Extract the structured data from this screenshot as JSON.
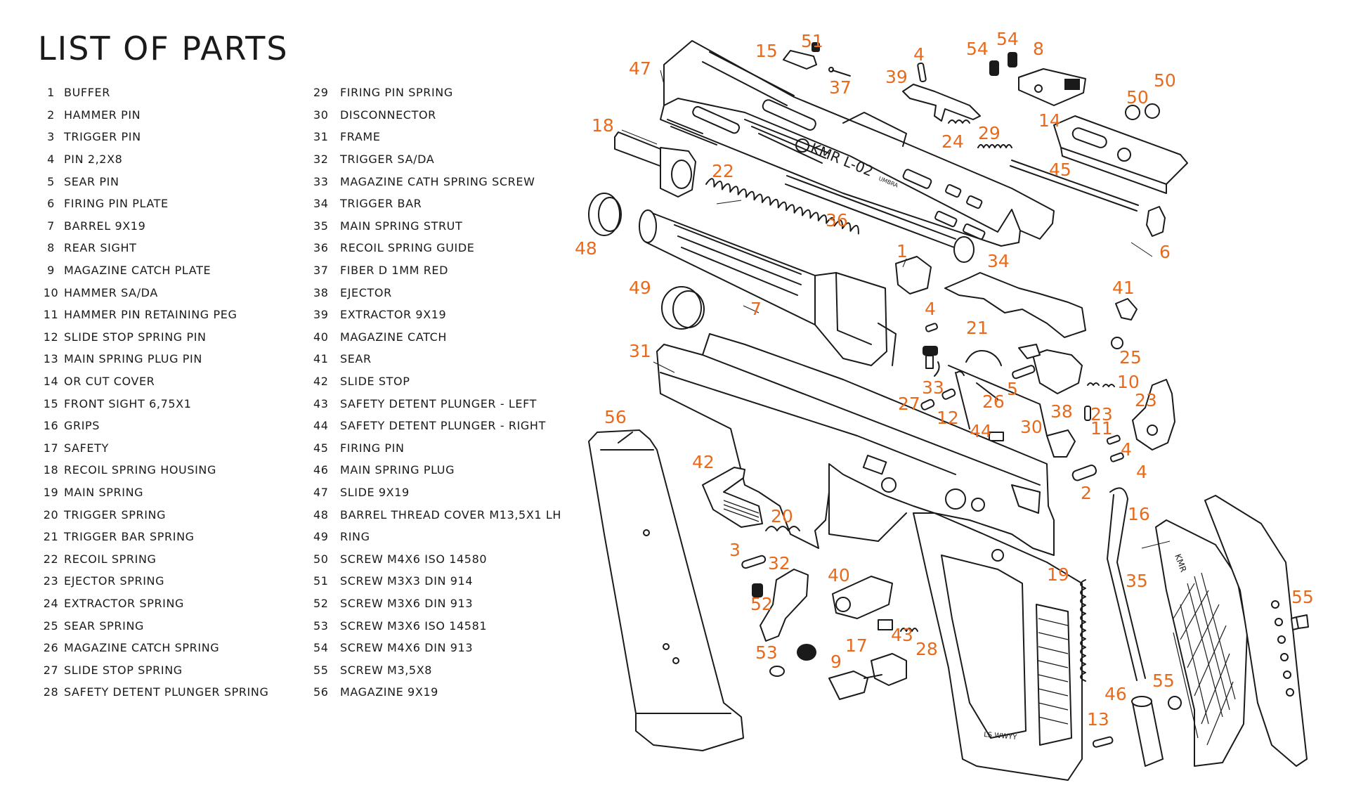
{
  "title": "LIST OF PARTS",
  "parts_col1": [
    {
      "num": "1",
      "name": "BUFFER"
    },
    {
      "num": "2",
      "name": "HAMMER PIN"
    },
    {
      "num": "3",
      "name": "TRIGGER PIN"
    },
    {
      "num": "4",
      "name": "PIN 2,2x8"
    },
    {
      "num": "5",
      "name": "SEAR PIN"
    },
    {
      "num": "6",
      "name": "FIRING PIN PLATE"
    },
    {
      "num": "7",
      "name": "BARREL 9x19"
    },
    {
      "num": "8",
      "name": "REAR SIGHT"
    },
    {
      "num": "9",
      "name": "MAGAZINE CATCH PLATE"
    },
    {
      "num": "10",
      "name": "HAMMER SA/DA"
    },
    {
      "num": "11",
      "name": "HAMMER PIN RETAINING PEG"
    },
    {
      "num": "12",
      "name": "SLIDE STOP SPRING PIN"
    },
    {
      "num": "13",
      "name": "MAIN SPRING PLUG PIN"
    },
    {
      "num": "14",
      "name": "OR CUT COVER"
    },
    {
      "num": "15",
      "name": "FRONT SIGHT 6,75x1"
    },
    {
      "num": "16",
      "name": "GRIPS"
    },
    {
      "num": "17",
      "name": "SAFETY"
    },
    {
      "num": "18",
      "name": "RECOIL SPRING HOUSING"
    },
    {
      "num": "19",
      "name": "MAIN SPRING"
    },
    {
      "num": "20",
      "name": "TRIGGER SPRING"
    },
    {
      "num": "21",
      "name": "TRIGGER BAR SPRING"
    },
    {
      "num": "22",
      "name": "RECOIL SPRING"
    },
    {
      "num": "23",
      "name": "EJECTOR SPRING"
    },
    {
      "num": "24",
      "name": "EXTRACTOR SPRING"
    },
    {
      "num": "25",
      "name": "SEAR SPRING"
    },
    {
      "num": "26",
      "name": "MAGAZINE CATCH SPRING"
    },
    {
      "num": "27",
      "name": "SLIDE STOP SPRING"
    },
    {
      "num": "28",
      "name": "SAFETY DETENT PLUNGER SPRING"
    }
  ],
  "parts_col2": [
    {
      "num": "29",
      "name": "FIRING PIN SPRING"
    },
    {
      "num": "30",
      "name": "DISCONNECTOR"
    },
    {
      "num": "31",
      "name": "FRAME"
    },
    {
      "num": "32",
      "name": "TRIGGER SA/DA"
    },
    {
      "num": "33",
      "name": "MAGAZINE CATH SPRING SCREW"
    },
    {
      "num": "34",
      "name": "TRIGGER BAR"
    },
    {
      "num": "35",
      "name": "MAIN SPRING STRUT"
    },
    {
      "num": "36",
      "name": "RECOIL SPRING GUIDE"
    },
    {
      "num": "37",
      "name": "FIBER D 1MM RED"
    },
    {
      "num": "38",
      "name": "EJECTOR"
    },
    {
      "num": "39",
      "name": "EXTRACTOR 9x19"
    },
    {
      "num": "40",
      "name": "MAGAZINE CATCH"
    },
    {
      "num": "41",
      "name": "SEAR"
    },
    {
      "num": "42",
      "name": "SLIDE STOP"
    },
    {
      "num": "43",
      "name": "SAFETY DETENT PLUNGER - LEFT"
    },
    {
      "num": "44",
      "name": "SAFETY DETENT PLUNGER - RIGHT"
    },
    {
      "num": "45",
      "name": "FIRING PIN"
    },
    {
      "num": "46",
      "name": "MAIN SPRING PLUG"
    },
    {
      "num": "47",
      "name": "SLIDE 9x19"
    },
    {
      "num": "48",
      "name": "BARREL THREAD COVER M13,5x1 LH"
    },
    {
      "num": "49",
      "name": "RING"
    },
    {
      "num": "50",
      "name": "SCREW M4x6 ISO 14580"
    },
    {
      "num": "51",
      "name": "SCREW M3x3 DIN 914"
    },
    {
      "num": "52",
      "name": "SCREW M3x6 DIN 913"
    },
    {
      "num": "53",
      "name": "SCREW M3x6 ISO 14581"
    },
    {
      "num": "54",
      "name": "SCREW M4x6 DIN 913"
    },
    {
      "num": "55",
      "name": "SCREW M3,5x8"
    },
    {
      "num": "56",
      "name": "MAGAZINE 9x19"
    }
  ],
  "slide_marking": "KMR  L-02",
  "slide_sub_marking": "UMBRA",
  "grip_marking": "KMR",
  "frame_marking": "LS WWYY",
  "callouts": {
    "c47": "47",
    "c15": "15",
    "c51": "51",
    "c37": "37",
    "c4a": "4",
    "c39": "39",
    "c54a": "54",
    "c54b": "54",
    "c8": "8",
    "c50a": "50",
    "c50b": "50",
    "c14": "14",
    "c24": "24",
    "c29": "29",
    "c45": "45",
    "c18": "18",
    "c22": "22",
    "c36": "36",
    "c6": "6",
    "c48": "48",
    "c1": "1",
    "c34": "34",
    "c49": "49",
    "c7": "7",
    "c41": "41",
    "c4b": "4",
    "c21": "21",
    "c25": "25",
    "c31": "31",
    "c33": "33",
    "c5": "5",
    "c10": "10",
    "c27": "27",
    "c12": "12",
    "c26": "26",
    "c38": "38",
    "c23a": "23",
    "c23b": "23",
    "c11": "11",
    "c44": "44",
    "c30": "30",
    "c4c": "4",
    "c4d": "4",
    "c56": "56",
    "c42": "42",
    "c2": "2",
    "c20": "20",
    "c16": "16",
    "c3": "3",
    "c32": "32",
    "c40": "40",
    "c35": "35",
    "c19": "19",
    "c55a": "55",
    "c52": "52",
    "c43": "43",
    "c28": "28",
    "c53": "53",
    "c9": "9",
    "c17": "17",
    "c55b": "55",
    "c46": "46",
    "c13": "13"
  },
  "colors": {
    "accent": "#e86a1c",
    "line": "#1a1a1a",
    "background": "#ffffff"
  }
}
